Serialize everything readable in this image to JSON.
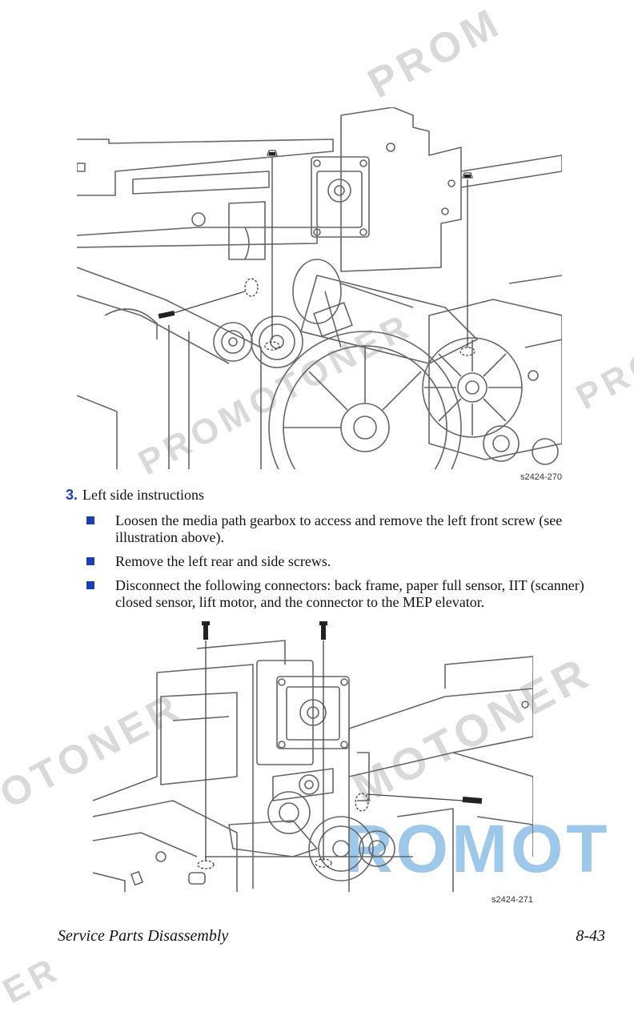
{
  "figures": [
    {
      "label": "s2424-270"
    },
    {
      "label": "s2424-271"
    }
  ],
  "step": {
    "number": "3.",
    "title": "Left side instructions",
    "bullets": [
      "Loosen the media path gearbox to access and remove the left front screw (see illustration above).",
      "Remove the left rear and side screws.",
      "Disconnect the following connectors: back frame, paper full sensor, IIT (scanner) closed sensor, lift motor, and the connector to the MEP elevator."
    ]
  },
  "footer": {
    "section": "Service Parts Disassembly",
    "page": "8-43"
  },
  "watermark": {
    "text_1": "PROM",
    "text_2": "PROMOTONER",
    "text_3": "PRO",
    "text_4": "MOTONER",
    "text_5": "OTONER",
    "text_6": "ROMOT",
    "text_7": "ER"
  },
  "colors": {
    "accent": "#1a3fb5",
    "line_art": "#666666",
    "watermark_gray": "#d9d9d9",
    "watermark_blue": "#9ec8ea"
  }
}
